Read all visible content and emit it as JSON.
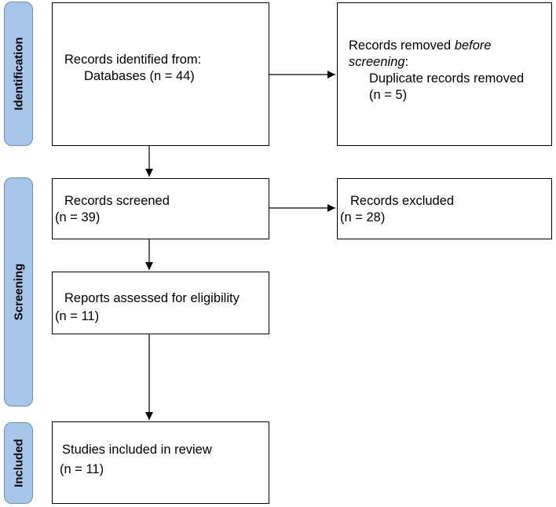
{
  "phases": {
    "identification": "Identification",
    "screening": "Screening",
    "included": "Included"
  },
  "boxes": {
    "identified": {
      "line1": "Records identified from:",
      "line2": "Databases (n = 44)"
    },
    "removed": {
      "line1_prefix": "Records removed ",
      "line1_em": "before",
      "line2_em": "screening",
      "line2_suffix": ":",
      "line3": "Duplicate records removed",
      "line4": "(n = 5)"
    },
    "screened": {
      "line1": "Records screened",
      "line2": "(n = 39)"
    },
    "excluded": {
      "line1": "Records excluded",
      "line2": "(n = 28)"
    },
    "eligibility": {
      "line1": "Reports assessed for eligibility",
      "line2": "(n = 11)"
    },
    "included": {
      "line1": "Studies included in review",
      "line2": "(n = 11)"
    }
  }
}
